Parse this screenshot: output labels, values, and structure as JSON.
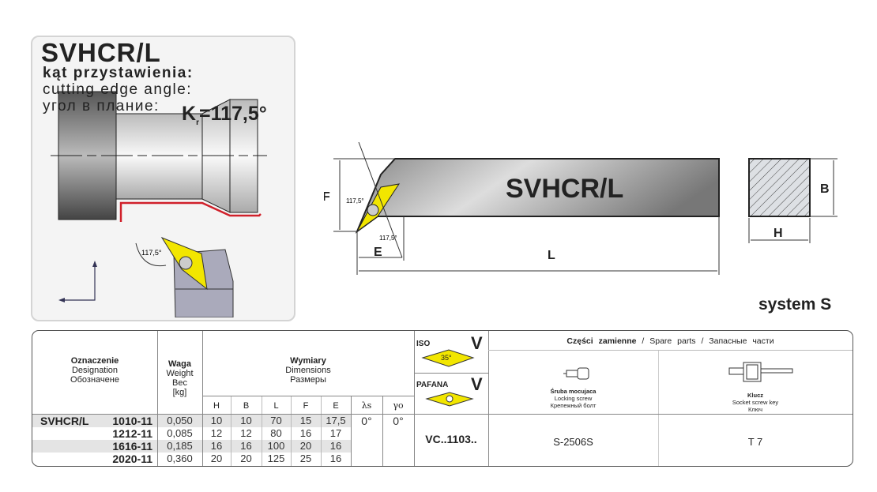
{
  "panel": {
    "title": "SVHCR/L",
    "angle_pl": "kąt przystawienia:",
    "angle_en": "cutting edge angle:",
    "angle_ru": "угол в плание:",
    "kr_symbol": "K",
    "kr_sub": "r",
    "kr_value": "=117,5°",
    "diagram_angle": "117,5°"
  },
  "drawing": {
    "bar_label": "SVHCR/L",
    "dim_F": "F",
    "dim_E": "E",
    "dim_L": "L",
    "dim_B": "B",
    "dim_H": "H",
    "angle1": "117,5°",
    "angle2": "117,5°"
  },
  "system_label": "system S",
  "table": {
    "designation_header": [
      "Oznaczenie",
      "Designation",
      "Обозначене"
    ],
    "weight_header": [
      "Waga",
      "Weight",
      "Вес",
      "[kg]"
    ],
    "dimensions_header": [
      "Wymiary",
      "Dimensions",
      "Размеры"
    ],
    "dim_columns": [
      "H",
      "B",
      "L",
      "F",
      "E",
      "λs",
      "γo"
    ],
    "insert": {
      "iso_label": "ISO",
      "iso_shape": "V",
      "iso_angle": "35°",
      "pafana_label": "PAFANA",
      "pafana_shape": "V",
      "insert_code": "VC..1103.."
    },
    "spare_parts_header": {
      "pl": "Części zamienne",
      "sep": "/",
      "en": "Spare parts",
      "ru": "Запасные части"
    },
    "screw": {
      "pl": "Śruba mocujaca",
      "en": "Locking screw",
      "ru": "Крепежный болт",
      "code": "S-2506S"
    },
    "key": {
      "pl": "Klucz",
      "en": "Socket screw key",
      "ru": "Ключ",
      "code": "T 7"
    },
    "family": "SVHCR/L",
    "lambda_value": "0°",
    "gamma_value": "0°",
    "rows": [
      {
        "code": "1010-11",
        "weight": "0,050",
        "H": "10",
        "B": "10",
        "L": "70",
        "F": "15",
        "E": "17,5"
      },
      {
        "code": "1212-11",
        "weight": "0,085",
        "H": "12",
        "B": "12",
        "L": "80",
        "F": "16",
        "E": "17"
      },
      {
        "code": "1616-11",
        "weight": "0,185",
        "H": "16",
        "B": "16",
        "L": "100",
        "F": "20",
        "E": "16"
      },
      {
        "code": "2020-11",
        "weight": "0,360",
        "H": "20",
        "B": "20",
        "L": "125",
        "F": "25",
        "E": "16"
      }
    ]
  },
  "colors": {
    "insert": "#f2e600",
    "profile": "#d0202a",
    "bar": "#9a9a9a"
  }
}
